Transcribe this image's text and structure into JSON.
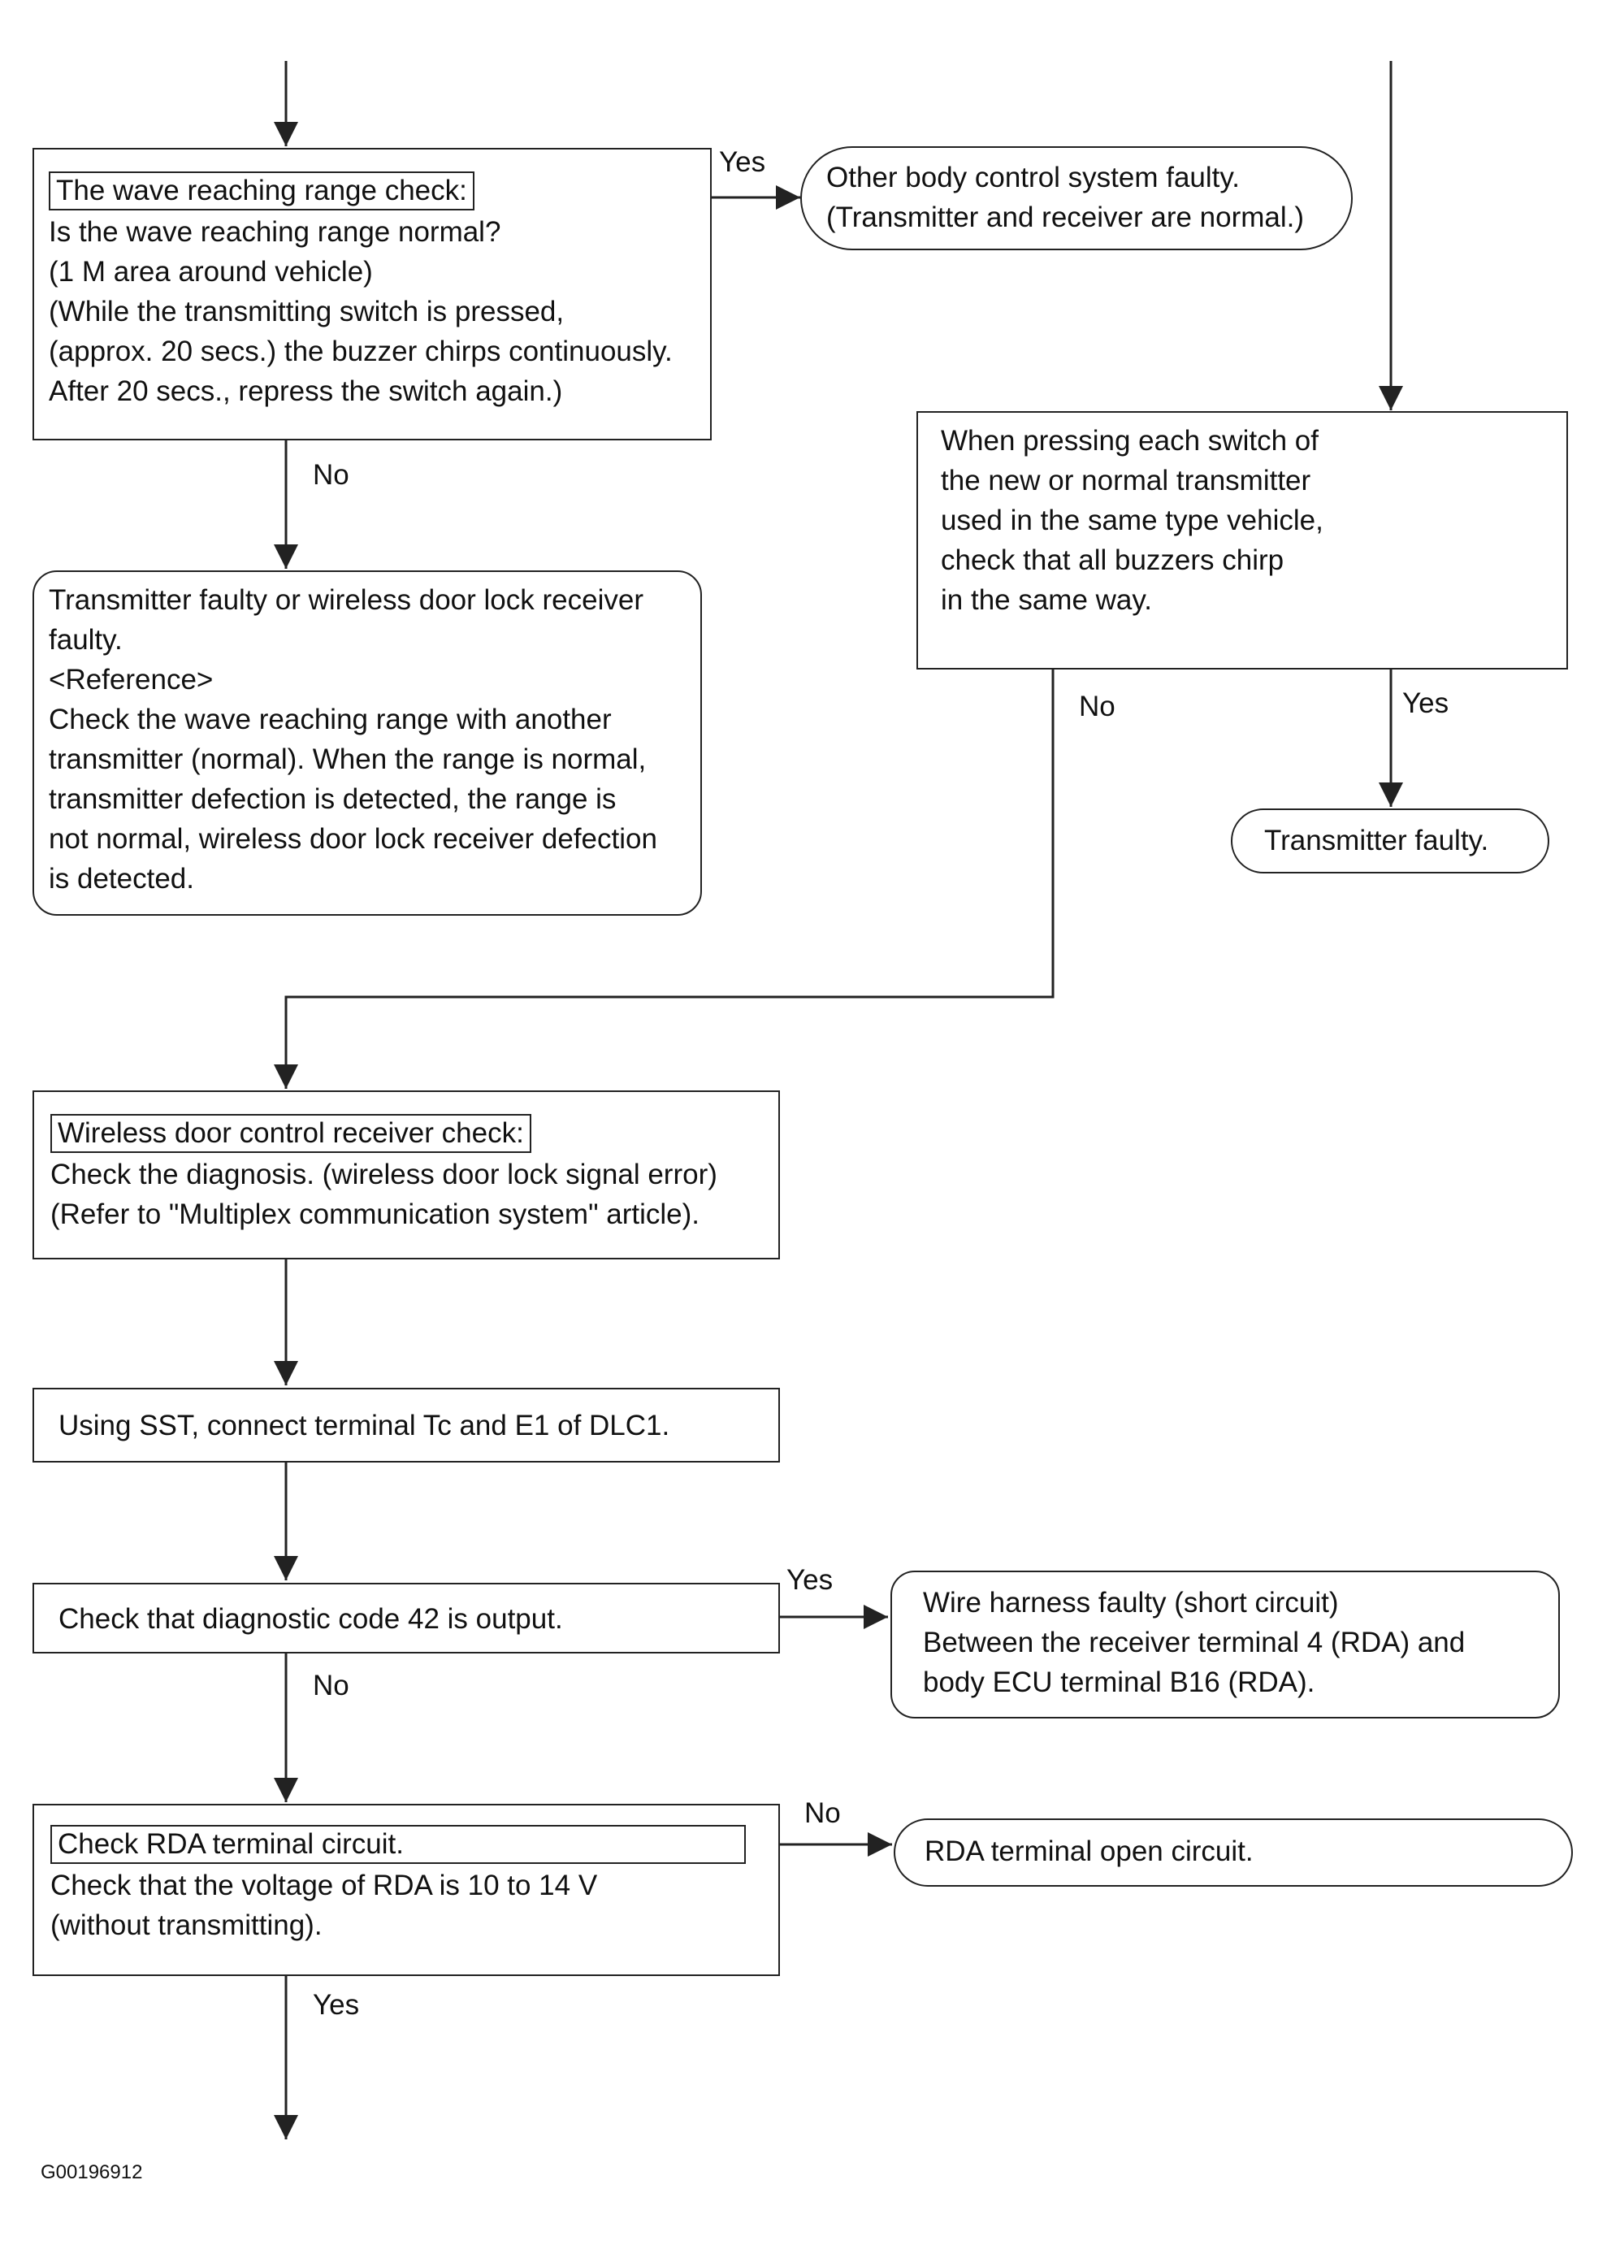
{
  "wave_check": {
    "heading": "The wave reaching range check:",
    "lines": [
      "Is the wave reaching range normal?",
      "(1 M area around vehicle)",
      "(While the transmitting switch is pressed,",
      "(approx. 20 secs.) the buzzer chirps continuously.",
      "After 20 secs., repress the switch again.)"
    ]
  },
  "other_faulty": {
    "lines": [
      "Other body control system faulty.",
      "(Transmitter and receiver are normal.)"
    ]
  },
  "transmitter_or_receiver_faulty": {
    "lines": [
      "Transmitter faulty or wireless door lock receiver",
      "faulty.",
      "<Reference>",
      "Check the wave reaching range with another",
      "transmitter (normal). When the range is normal,",
      "transmitter defection is detected, the range is",
      "not normal, wireless door lock receiver defection",
      "is detected."
    ]
  },
  "switch_check": {
    "lines": [
      "When pressing each switch of",
      "the new or normal transmitter",
      "used in the same type vehicle,",
      "check that all buzzers chirp",
      "in the same way."
    ]
  },
  "transmitter_faulty": {
    "text": "Transmitter faulty."
  },
  "receiver_check": {
    "heading": "Wireless door control receiver check:",
    "lines": [
      "Check the diagnosis. (wireless door lock signal error)",
      "(Refer to \"Multiplex communication system\" article)."
    ]
  },
  "sst_step": {
    "text": "Using SST, connect terminal Tc and E1 of DLC1."
  },
  "code42_check": {
    "text": "Check that diagnostic code 42 is output."
  },
  "harness_faulty": {
    "lines": [
      "Wire harness faulty (short circuit)",
      "Between the receiver terminal 4 (RDA) and",
      "body ECU terminal B16 (RDA)."
    ]
  },
  "rda_check": {
    "heading": "Check RDA terminal circuit.",
    "lines": [
      "Check that the voltage of RDA is 10 to 14 V",
      "(without transmitting)."
    ]
  },
  "rda_open": {
    "text": "RDA terminal open circuit."
  },
  "labels": {
    "yes": "Yes",
    "no": "No"
  },
  "figure_code": "G00196912"
}
